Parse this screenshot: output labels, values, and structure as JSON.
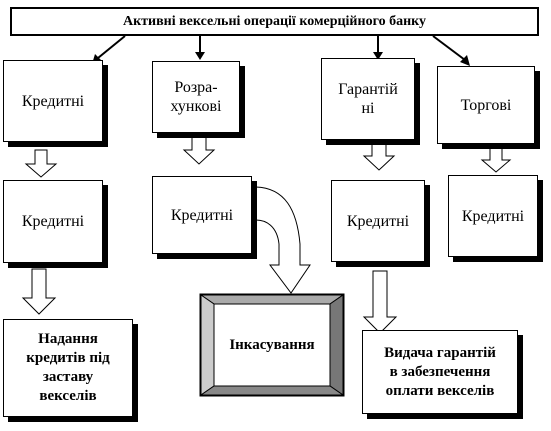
{
  "diagram": {
    "title": "Активні вексельні операції комерційного банку",
    "top_row": {
      "credit": "Кредитні",
      "settlement": "Розра-\nхункові",
      "guarantee": "Гарантій\nні",
      "trade": "Торгові"
    },
    "middle_row": {
      "credit": "Кредитні",
      "settlement": "Кредитні",
      "guarantee": "Кредитні",
      "trade": "Кредитні"
    },
    "bottom_row": {
      "loans": "Надання\nкредитів під\nзаставу\nвекселів",
      "collection": "Інкасування",
      "guarantees": "Видача гарантій\nв забезпечення\nоплати векселів"
    }
  }
}
